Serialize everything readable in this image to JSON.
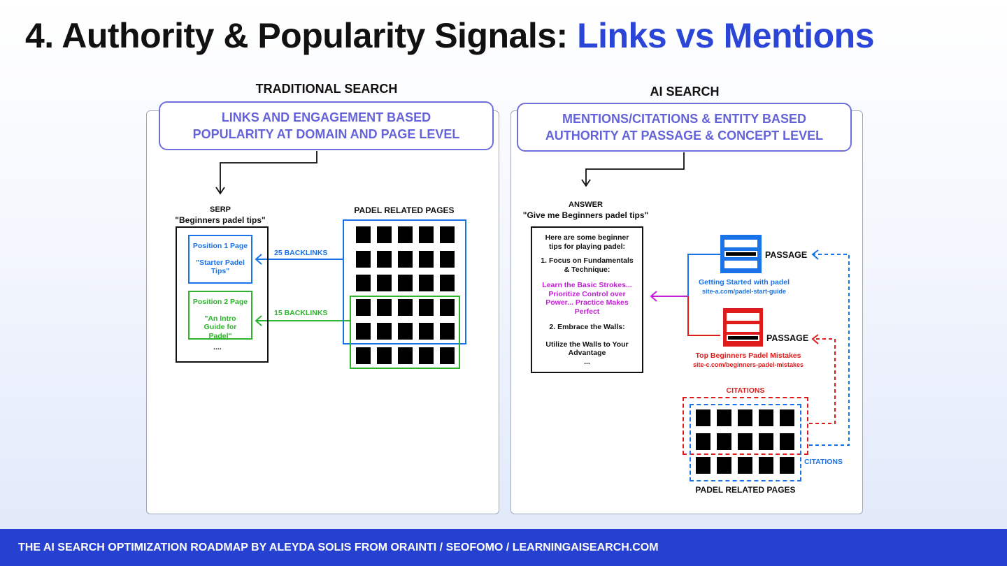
{
  "title": {
    "main": "4. Authority & Popularity Signals: ",
    "accent": "Links vs Mentions"
  },
  "traditional": {
    "heading": "TRADITIONAL SEARCH",
    "pill": "LINKS AND ENGAGEMENT BASED POPULARITY AT DOMAIN AND PAGE LEVEL",
    "serp_label": "SERP",
    "serp_query": "\"Beginners padel tips\"",
    "pages_label": "PADEL RELATED PAGES",
    "position1_title": "Position 1 Page",
    "position1_name": "\"Starter Padel Tips\"",
    "position2_title": "Position 2 Page",
    "position2_name": "\"An Intro Guide for Padel\"",
    "ellipsis": "....",
    "backlinks_25": "25 BACKLINKS",
    "backlinks_15": "15 BACKLINKS"
  },
  "ai": {
    "heading": "AI SEARCH",
    "pill": "MENTIONS/CITATIONS & ENTITY BASED AUTHORITY AT PASSAGE & CONCEPT LEVEL",
    "answer_label": "ANSWER",
    "answer_query": "\"Give me Beginners padel tips\"",
    "answer_intro": "Here are some beginner tips for playing padel:",
    "answer_point1": "1. Focus on Fundamentals & Technique:",
    "answer_highlight": "Learn the Basic Strokes... Prioritize Control over Power... Practice Makes Perfect",
    "answer_point2": "2. Embrace the Walls:",
    "answer_point2_body": "Utilize the Walls to Your Advantage",
    "answer_ellipsis": "...",
    "passage_label_1": "PASSAGE",
    "passage_label_2": "PASSAGE",
    "source1_title": "Getting Started with padel",
    "source1_url": "site-a.com/padel-start-guide",
    "source2_title": "Top Beginners Padel Mistakes",
    "source2_url": "site-c.com/beginners-padel-mistakes",
    "citations_red": "CITATIONS",
    "citations_blue": "CITATIONS",
    "pages_label": "PADEL RELATED PAGES"
  },
  "footer": "THE AI SEARCH OPTIMIZATION ROADMAP BY ALEYDA SOLIS FROM ORAINTI / SEOFOMO / LEARNINGAISEARCH.COM",
  "colors": {
    "accent": "#2b45d6",
    "pill": "#6563d8",
    "blue": "#1a73e8",
    "green": "#2db32d",
    "red": "#e01b1b",
    "magenta": "#c21fd6",
    "footer": "#2640cf"
  }
}
